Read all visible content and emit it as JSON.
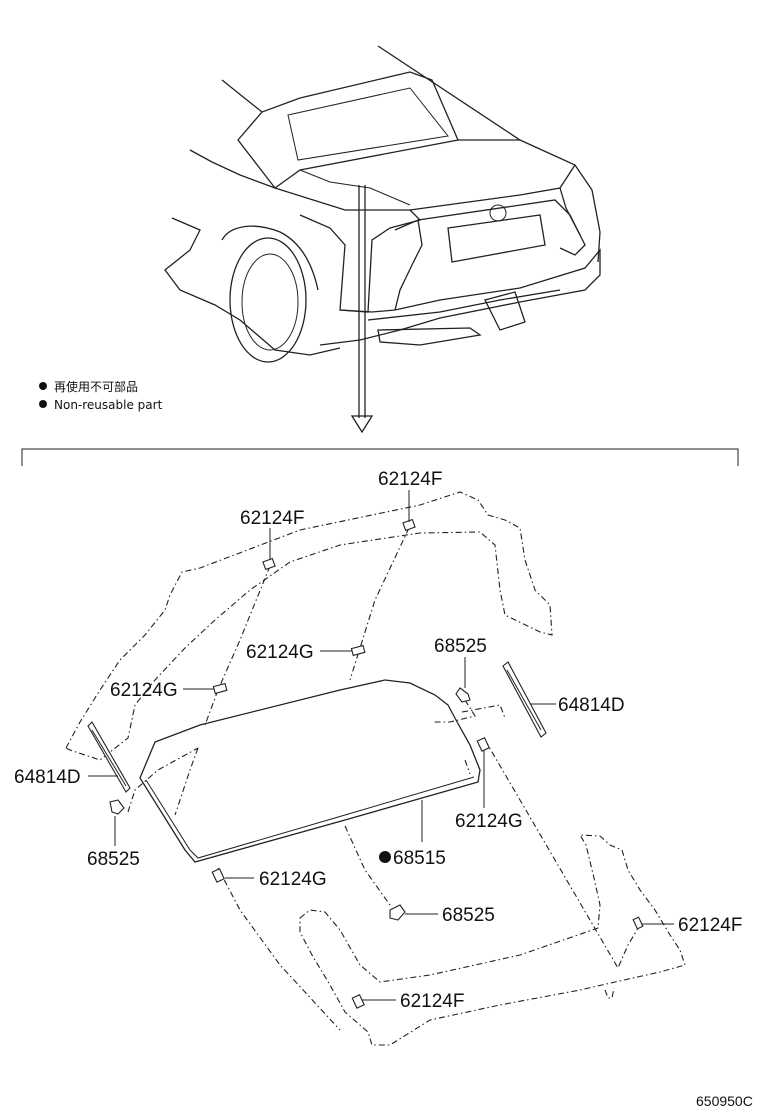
{
  "legend": {
    "jp": "再使用不可部品",
    "en": "Non-reusable part"
  },
  "callouts": {
    "c1": "62124F",
    "c2": "62124F",
    "c3": "62124G",
    "c4": "62124G",
    "c5": "68525",
    "c6": "64814D",
    "c7": "64814D",
    "c8": "62124G",
    "c9": "68525",
    "c10": "68515",
    "c11": "62124G",
    "c12": "68525",
    "c13": "62124F",
    "c14": "62124F"
  },
  "diagram_code": "650950C"
}
